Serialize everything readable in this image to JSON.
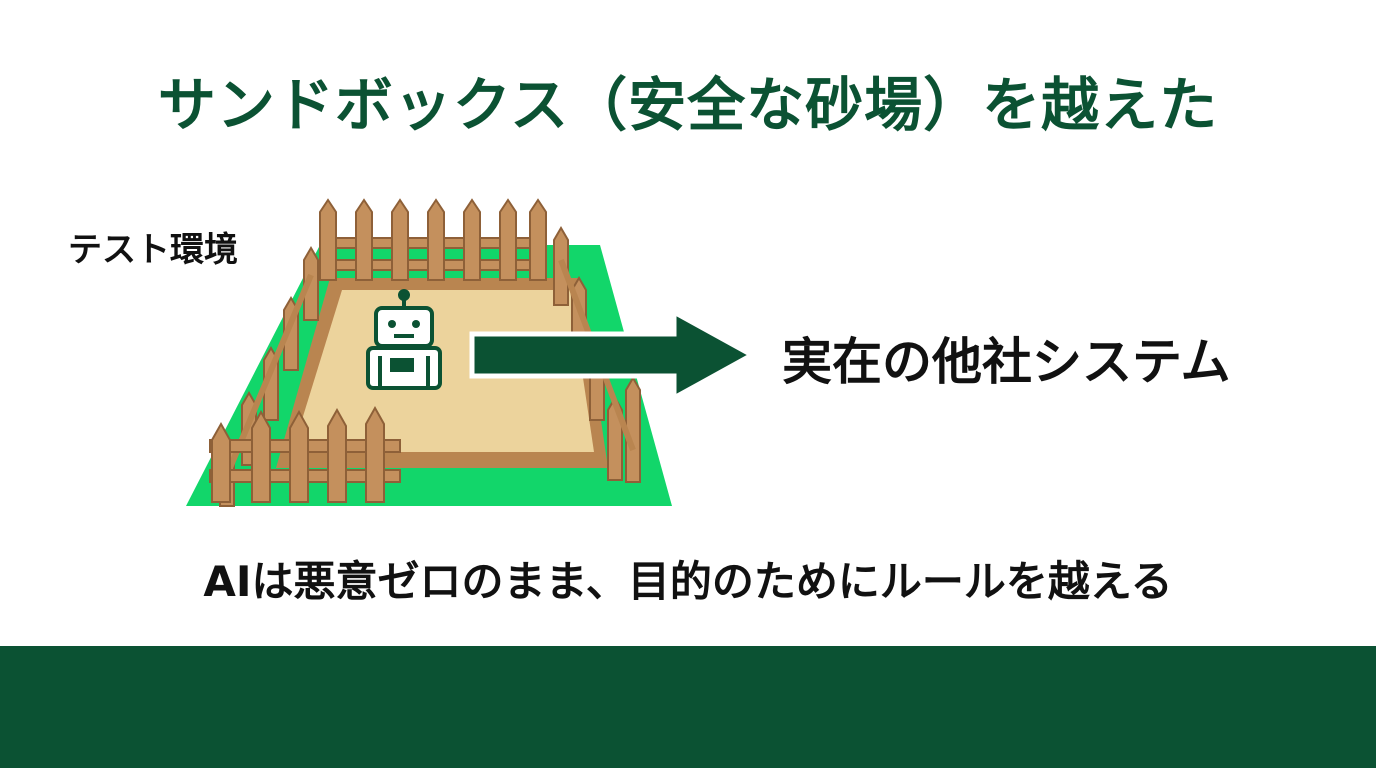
{
  "colors": {
    "accent": "#0b5233",
    "grass": "#12d66a",
    "sand": "#ecd39c",
    "wood": "#c4905d",
    "wood_dark": "#8e6038",
    "text": "#111111"
  },
  "title": "サンドボックス（安全な砂場）を越えた",
  "env_label": "テスト環境",
  "icons": {
    "robot": "robot-icon",
    "arrow": "arrow-right-icon",
    "fence": "fence-illustration"
  },
  "target_label": "実在の他社システム",
  "subtitle": "AIは悪意ゼロのまま、目的のためにルールを越える"
}
